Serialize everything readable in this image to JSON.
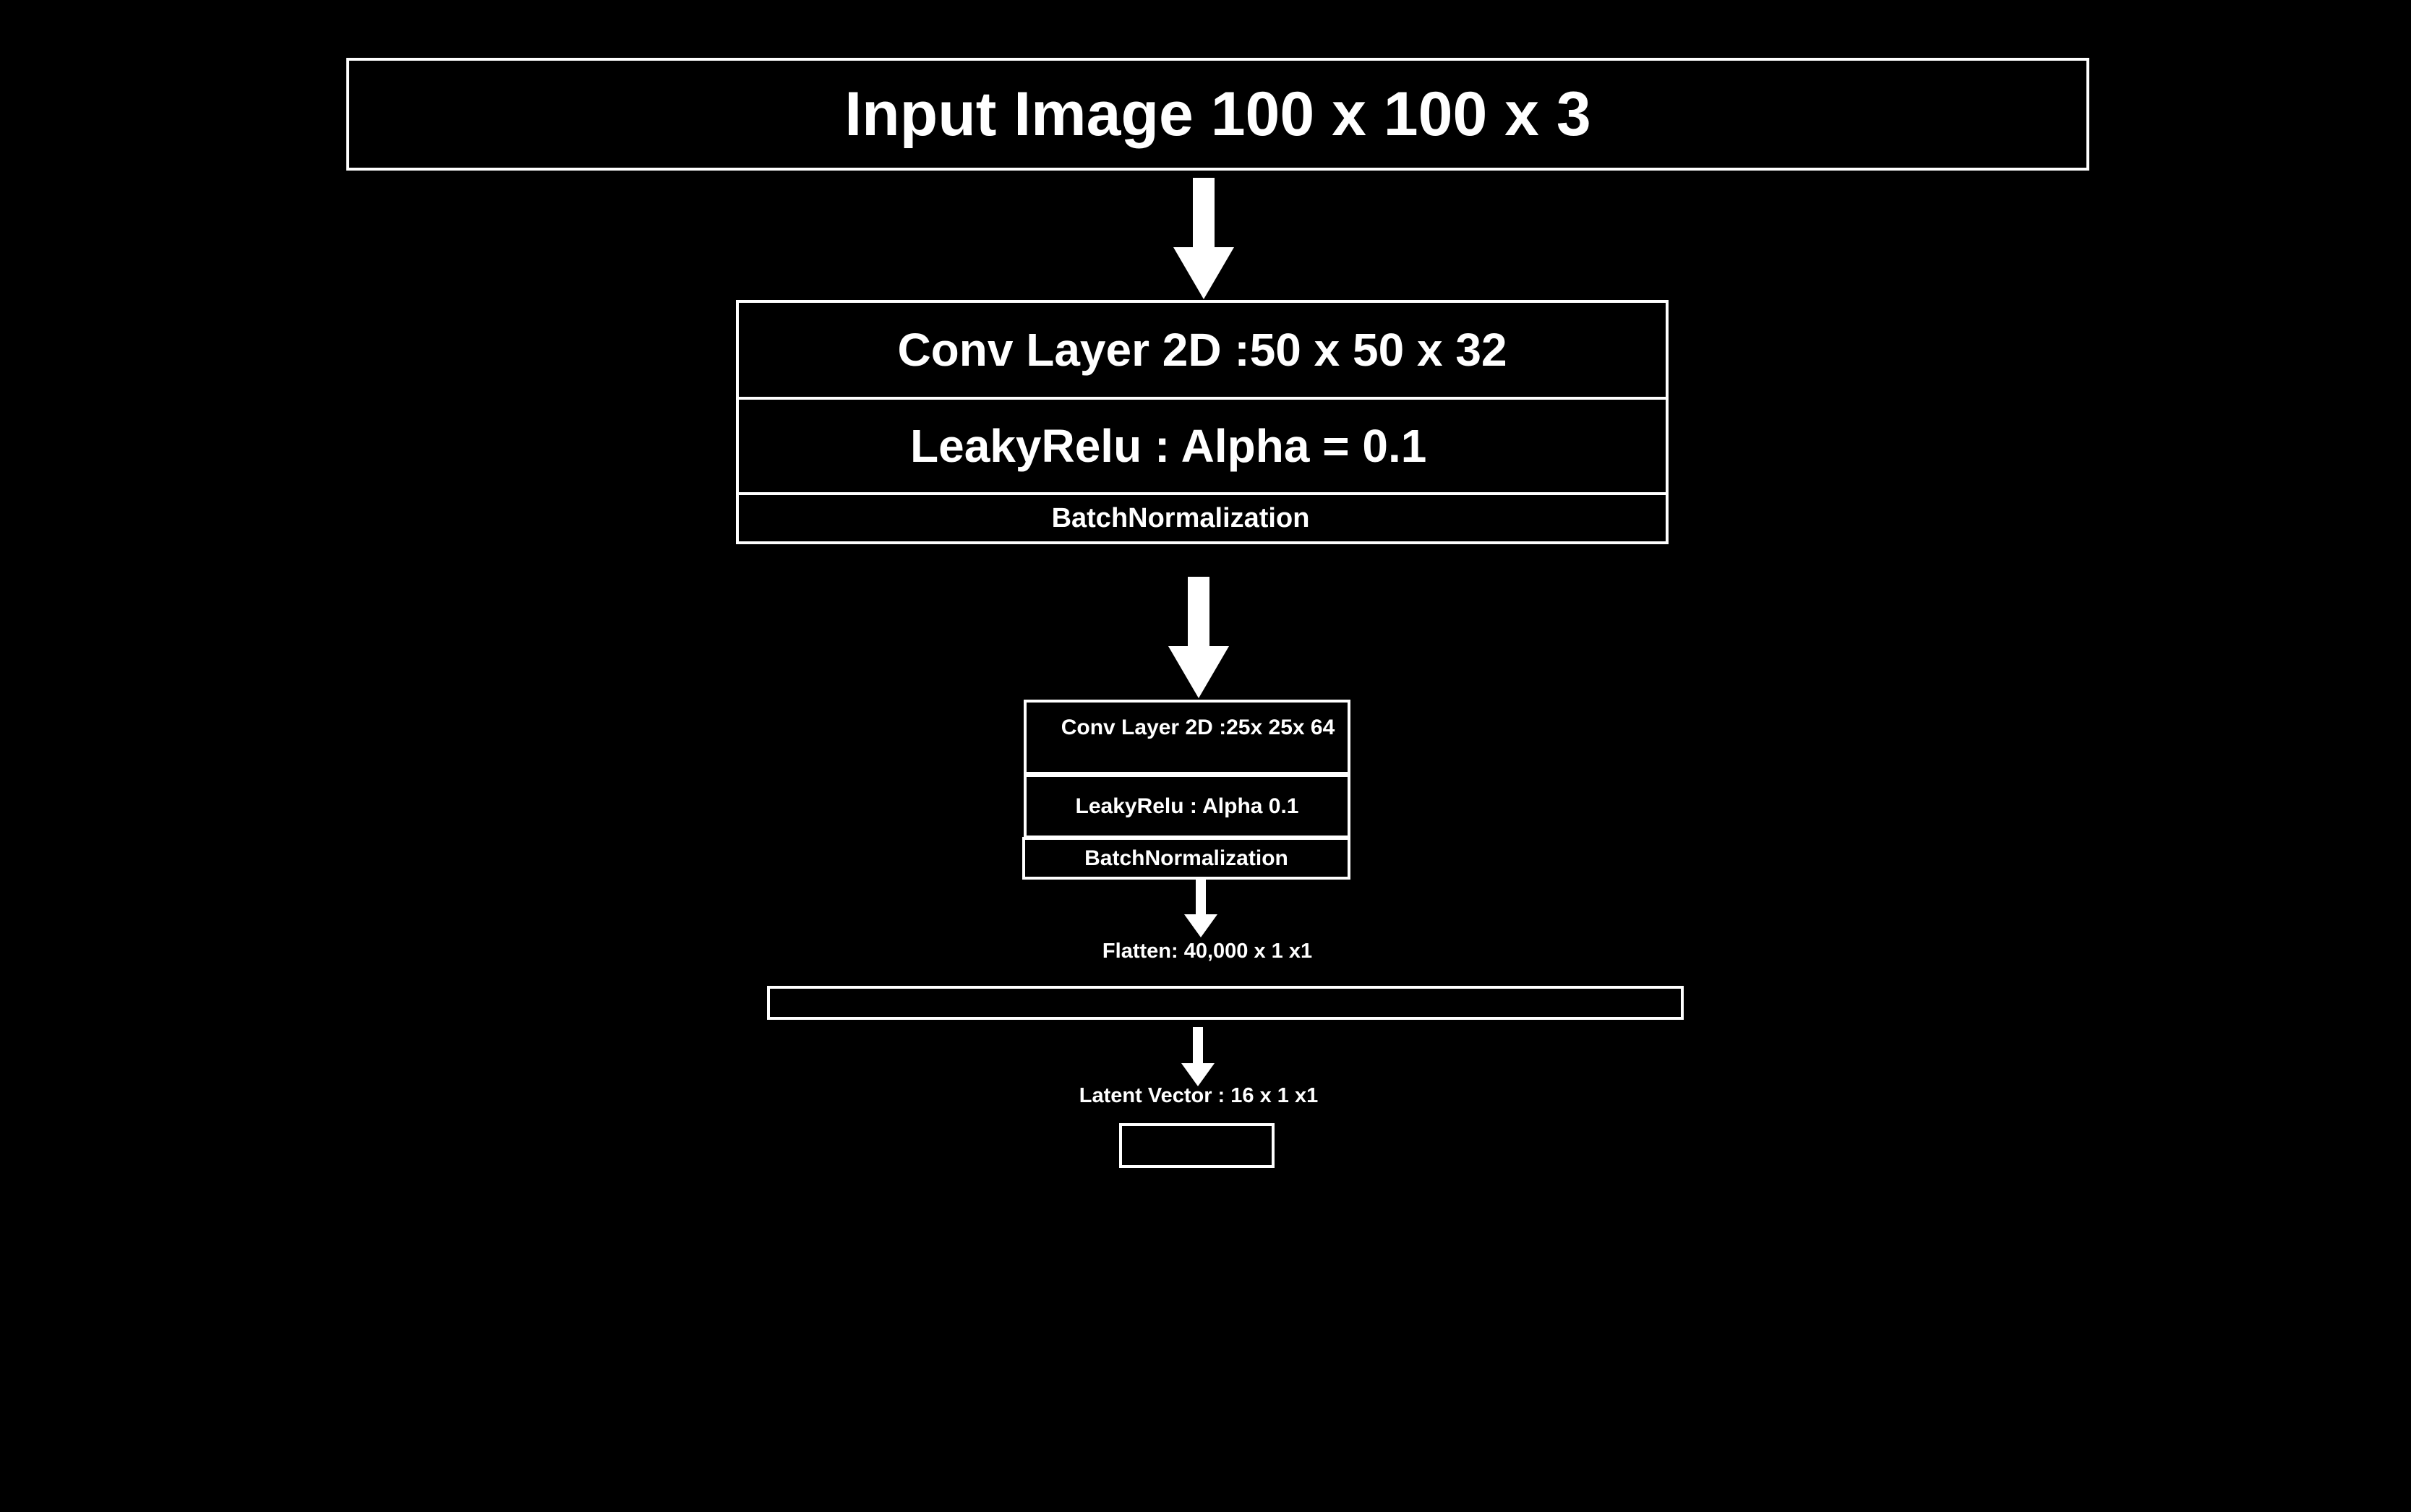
{
  "diagram": {
    "input": {
      "label": "Input Image 100 x 100 x 3"
    },
    "block1": {
      "conv": "Conv Layer 2D :50 x 50 x 32",
      "activation": "LeakyRelu : Alpha = 0.1",
      "norm": "BatchNormalization"
    },
    "block2": {
      "conv": "Conv Layer 2D :25x 25x 64",
      "activation": "LeakyRelu : Alpha 0.1",
      "norm": "BatchNormalization"
    },
    "flatten": {
      "label": "Flatten: 40,000 x 1 x1"
    },
    "latent": {
      "label": "Latent Vector : 16 x 1 x1"
    }
  },
  "colors": {
    "background": "#000000",
    "stroke": "#ffffff",
    "text": "#ffffff"
  }
}
